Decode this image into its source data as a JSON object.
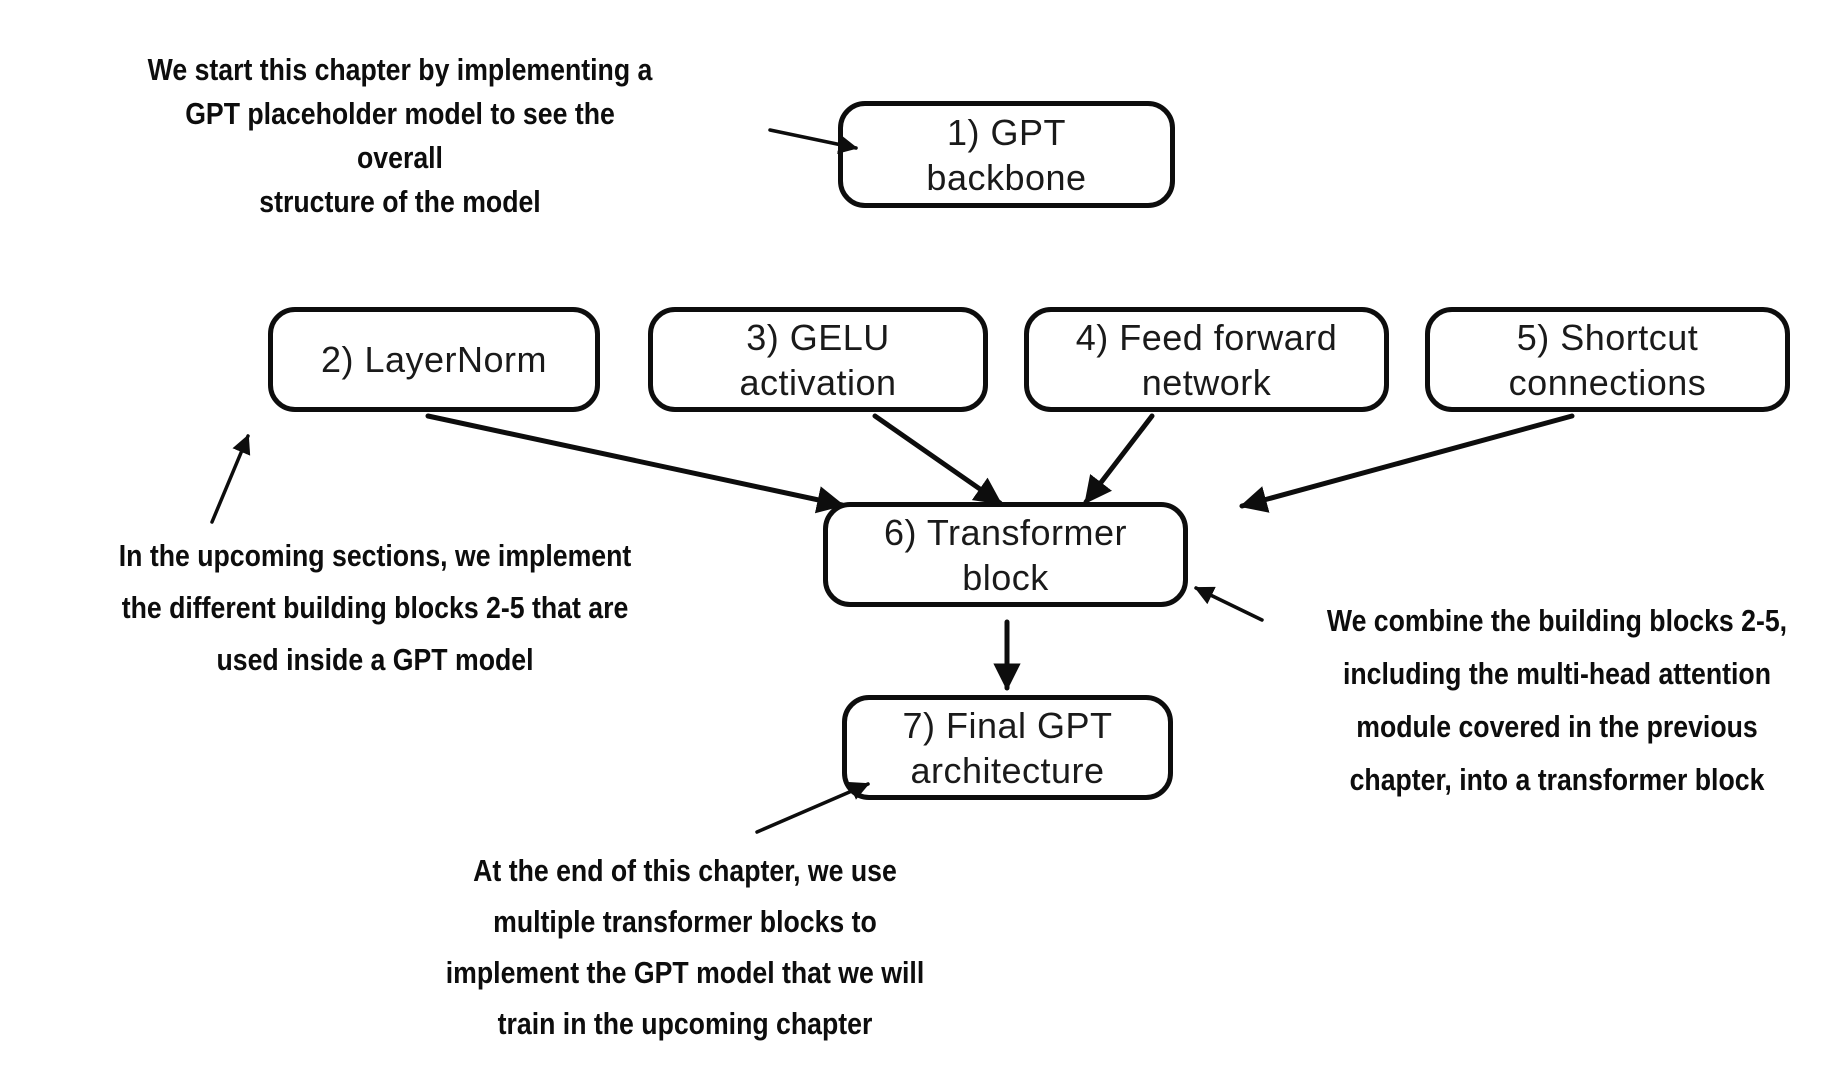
{
  "diagram": {
    "title_context": "GPT model building blocks flow",
    "background_color": "#ffffff",
    "ink_color": "#0d0d0d",
    "boxes": [
      {
        "id": "gpt-backbone",
        "label": "1) GPT\nbackbone"
      },
      {
        "id": "layernorm",
        "label": "2) LayerNorm"
      },
      {
        "id": "gelu-activation",
        "label": "3) GELU\nactivation"
      },
      {
        "id": "feed-forward-network",
        "label": "4) Feed forward\nnetwork"
      },
      {
        "id": "shortcut-connections",
        "label": "5) Shortcut\nconnections"
      },
      {
        "id": "transformer-block",
        "label": "6) Transformer\nblock"
      },
      {
        "id": "final-gpt-architecture",
        "label": "7) Final GPT\narchitecture"
      }
    ],
    "annotations": [
      {
        "id": "intro",
        "text": "We start this chapter by implementing a\nGPT placeholder model to see the overall\nstructure of the model"
      },
      {
        "id": "building-blocks",
        "text": "In the upcoming sections, we implement\nthe different building blocks 2-5 that are\nused inside a GPT model"
      },
      {
        "id": "combine-blocks",
        "text": "We combine the building blocks 2-5,\nincluding the multi-head attention\nmodule covered in the previous\nchapter, into a transformer block"
      },
      {
        "id": "end-of-chapter",
        "text": "At the end of this chapter, we use\nmultiple transformer blocks to\nimplement the GPT model that we will\ntrain in the upcoming chapter"
      }
    ],
    "connections": [
      {
        "from": "annotation-intro",
        "to": "gpt-backbone"
      },
      {
        "from": "layernorm",
        "to": "transformer-block"
      },
      {
        "from": "gelu-activation",
        "to": "transformer-block"
      },
      {
        "from": "feed-forward-network",
        "to": "transformer-block"
      },
      {
        "from": "shortcut-connections",
        "to": "transformer-block"
      },
      {
        "from": "transformer-block",
        "to": "final-gpt-architecture"
      },
      {
        "from": "annotation-building-blocks",
        "to": "layernorm"
      },
      {
        "from": "annotation-combine-blocks",
        "to": "transformer-block"
      },
      {
        "from": "annotation-end-of-chapter",
        "to": "final-gpt-architecture"
      }
    ]
  }
}
